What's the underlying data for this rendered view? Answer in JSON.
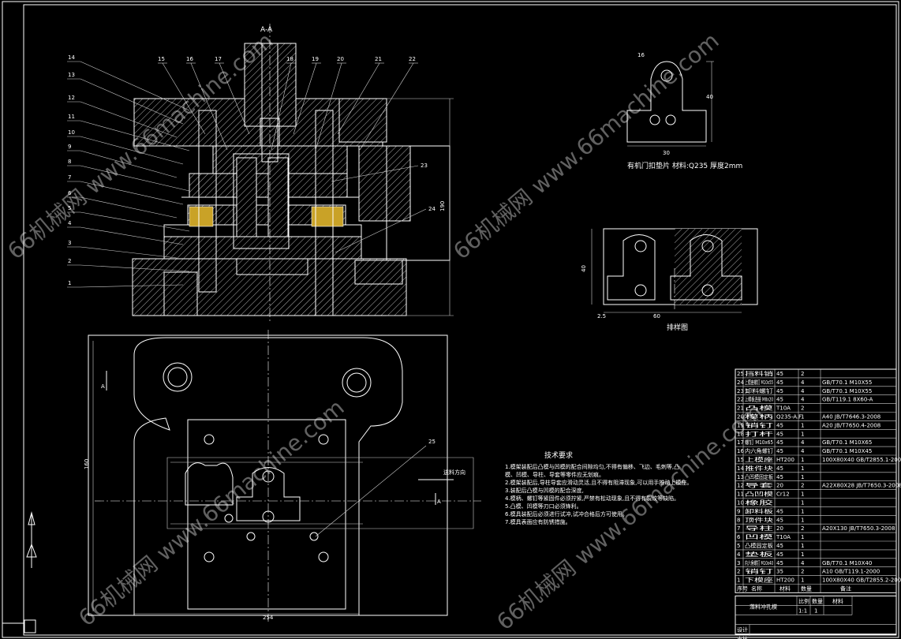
{
  "watermark": {
    "text": "66机械网 www.66machine.com"
  },
  "section_view": {
    "label": "A-A",
    "leaders_left": [
      "14",
      "13",
      "12",
      "11",
      "10",
      "9",
      "8",
      "7",
      "6",
      "5",
      "4",
      "3",
      "2",
      "1"
    ],
    "leaders_top": [
      "15",
      "16",
      "17",
      "18",
      "19",
      "20",
      "21",
      "22"
    ],
    "leaders_right": [
      "23",
      "24"
    ]
  },
  "plan_view": {
    "section_mark": "A",
    "leader": "25",
    "feed_label": "送料方向"
  },
  "part_drawing": {
    "caption": "有机门扣垫片  材料:Q235  厚度2mm"
  },
  "layout_drawing": {
    "caption": "排样图"
  },
  "tech_notes": {
    "title": "技术要求",
    "lines": [
      "1.模架装配后凸模与凹模的配合间隙均匀,不得有偏移、飞边、毛刺等,凸",
      "  模、凹模、导柱、导套等零件应无划痕。",
      "2.模架装配后,导柱导套应滑动灵活,且不得有阻滞现象,可以用手推动上模座。",
      "3.装配后凸模与凹模的配合深度,",
      "4.模柄、螺钉等紧固件必须拧紧,严禁有松动现象,且不得有裂纹等缺陷。",
      "5.凸模、凹模等刃口必须锋利。",
      "6.模具装配后必须进行试冲,试冲合格后方可使用。",
      "7.模具表面应有防锈措施。"
    ]
  },
  "bom": {
    "rows": [
      {
        "no": "25",
        "name": "挡料销",
        "qty": "45",
        "material": "2",
        "std": ""
      },
      {
        "no": "24",
        "name": "上模座螺钉 M10x55",
        "qty": "45",
        "material": "4",
        "std": "GB/T70.1 M10X55"
      },
      {
        "no": "23",
        "name": "卸料螺钉",
        "qty": "45",
        "material": "4",
        "std": "GB/T70.1 M10X55"
      },
      {
        "no": "22",
        "name": "上模板连接 M8x20",
        "qty": "45",
        "material": "4",
        "std": "GB/T119.1 8X60-A"
      },
      {
        "no": "21",
        "name": "凸模",
        "qty": "T10A",
        "material": "2",
        "std": ""
      },
      {
        "no": "20",
        "name": "模柄",
        "qty": "Q235-A.F",
        "material": "1",
        "std": "A40 JB/T7646.3-2008"
      },
      {
        "no": "19",
        "name": "销钉",
        "qty": "45",
        "material": "1",
        "std": "A20 JB/T7650.4-2008"
      },
      {
        "no": "18",
        "name": "打杆",
        "qty": "45",
        "material": "1",
        "std": ""
      },
      {
        "no": "17",
        "name": "螺钉 M10x65",
        "qty": "45",
        "material": "4",
        "std": "GB/T70.1 M10X65"
      },
      {
        "no": "16",
        "name": "内六角螺钉",
        "qty": "45",
        "material": "4",
        "std": "GB/T70.1 M10X45"
      },
      {
        "no": "15",
        "name": "上模座",
        "qty": "HT200",
        "material": "1",
        "std": "100X80X40 GB/T2855.1-2008"
      },
      {
        "no": "14",
        "name": "推件块",
        "qty": "45",
        "material": "1",
        "std": ""
      },
      {
        "no": "13",
        "name": "凸凹模固定板",
        "qty": "45",
        "material": "1",
        "std": ""
      },
      {
        "no": "12",
        "name": "导套",
        "qty": "20",
        "material": "2",
        "std": "A22X80X28 JB/T7650.3-2008"
      },
      {
        "no": "11",
        "name": "凸凹模",
        "qty": "Cr12",
        "material": "1",
        "std": ""
      },
      {
        "no": "10",
        "name": "橡胶",
        "qty": "",
        "material": "1",
        "std": ""
      },
      {
        "no": "9",
        "name": "卸料板",
        "qty": "45",
        "material": "1",
        "std": ""
      },
      {
        "no": "8",
        "name": "顶件块",
        "qty": "45",
        "material": "1",
        "std": ""
      },
      {
        "no": "7",
        "name": "导柱",
        "qty": "20",
        "material": "2",
        "std": "A20X130 JB/T7650.3-2008"
      },
      {
        "no": "6",
        "name": "凹模",
        "qty": "T10A",
        "material": "1",
        "std": ""
      },
      {
        "no": "5",
        "name": "凸模固定板",
        "qty": "45",
        "material": "1",
        "std": ""
      },
      {
        "no": "4",
        "name": "垫板",
        "qty": "45",
        "material": "1",
        "std": ""
      },
      {
        "no": "3",
        "name": "内六角螺钉 M10x40",
        "qty": "45",
        "material": "4",
        "std": "GB/T70.1 M10X40"
      },
      {
        "no": "2",
        "name": "销钉",
        "qty": "35",
        "material": "2",
        "std": "A10 GB/T119.1-2000"
      },
      {
        "no": "1",
        "name": "下模座",
        "qty": "HT200",
        "material": "1",
        "std": "100X80X40 GB/T2855.2-2008"
      }
    ],
    "header": {
      "no": "序号",
      "name": "名称",
      "qty": "材料",
      "material": "数量",
      "std": "备注"
    },
    "title_cells": [
      "落料冲孔模",
      "比例",
      "数量",
      "材料"
    ],
    "title_values": [
      "1:1",
      "1"
    ],
    "sign_rows": [
      "设计",
      "审核"
    ]
  },
  "dims": {
    "plan_width": "254",
    "plan_height": "160",
    "section_height": "190",
    "part_w": "30",
    "part_h": "40",
    "part_small": "16",
    "layout_w": "60",
    "layout_h": "40",
    "layout_gap": "2.5"
  }
}
